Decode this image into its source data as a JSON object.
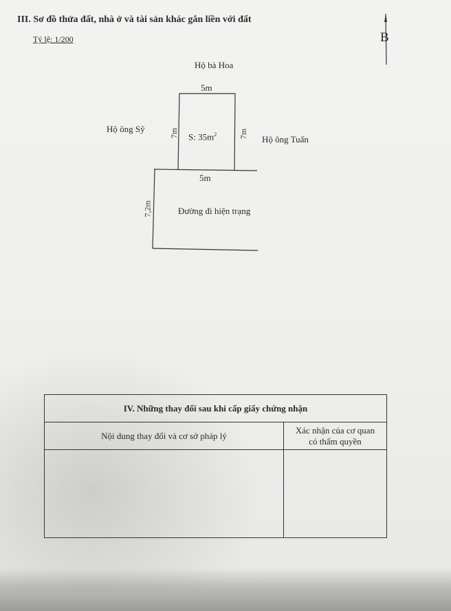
{
  "section3": {
    "title": "III. Sơ đồ thửa đất, nhà ở và tài sản khác gắn liền với đất",
    "scale": "Tỷ lệ: 1/200",
    "north_label": "B"
  },
  "plot": {
    "north_neighbor": "Hộ bà Hoa",
    "west_neighbor": "Hộ ông Sỹ",
    "east_neighbor": "Hộ ông Tuấn",
    "top_width": "5m",
    "left_length": "7m",
    "right_length": "7m",
    "area": "S: 35m",
    "area_sup": "2",
    "bottom_width": "5m",
    "road_length": "7,2m",
    "road_label": "Đường đi hiện trạng"
  },
  "section4": {
    "title": "IV. Những thay đổi sau khi cấp giấy chứng nhận",
    "col1": "Nội dung thay đổi và cơ sở pháp lý",
    "col2_line1": "Xác nhận của cơ quan",
    "col2_line2": "có thẩm quyền"
  }
}
